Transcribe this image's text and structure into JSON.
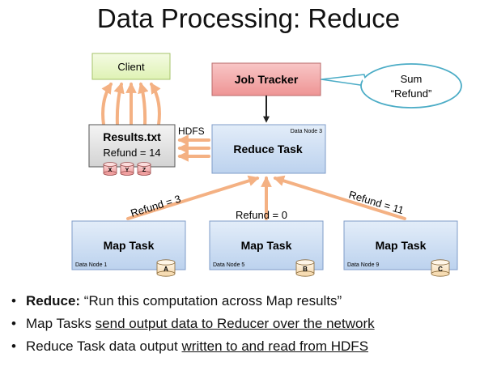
{
  "title": "Data Processing: Reduce",
  "nodes": {
    "client": "Client",
    "job_tracker": "Job Tracker",
    "callout": [
      "Sum",
      "“Refund”"
    ],
    "results_title": "Results.txt",
    "results_value": "Refund = 14",
    "reduce_task": "Reduce Task",
    "reduce_node": "Data Node 3",
    "hdfs": "HDFS",
    "map_task": "Map Task",
    "map_nodes": [
      "Data Node 1",
      "Data Node 5",
      "Data Node 9"
    ],
    "disks": [
      "A",
      "B",
      "C"
    ],
    "result_disks": [
      "X",
      "Y",
      "Z"
    ]
  },
  "edges": {
    "refund_1": "Refund = 3",
    "refund_2": "Refund = 0",
    "refund_3": "Refund = 11"
  },
  "bullets": {
    "b1_bold": "Reduce:",
    "b1_rest": " “Run this computation across Map results”",
    "b2_plain": "Map Tasks ",
    "b2_underline": "send output data to Reducer over the network",
    "b3_plain": "Reduce Task data output ",
    "b3_underline": "written to and read from HDFS"
  },
  "colors": {
    "client_fill": "#e9f7c6",
    "job_tracker_fill": "#f3a6a6",
    "task_fill": "#cfe0f5",
    "arrow_orange": "#f4b183",
    "callout_stroke": "#4bacc6"
  }
}
